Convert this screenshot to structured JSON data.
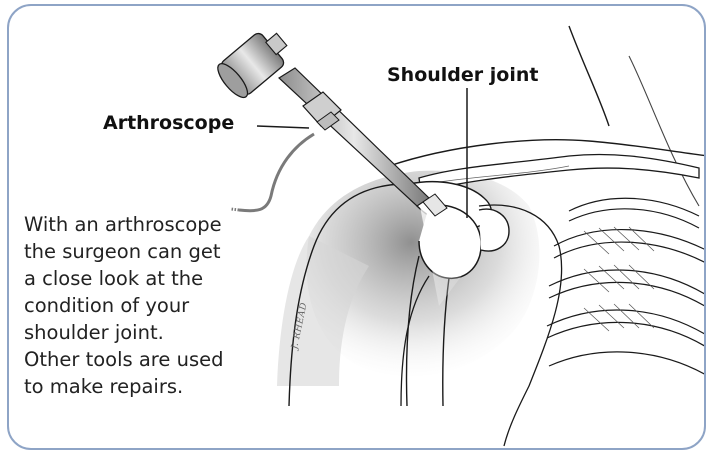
{
  "labels": {
    "arthroscope": "Arthroscope",
    "shoulder_joint": "Shoulder joint"
  },
  "caption": {
    "lines": [
      "With an arthroscope",
      "the surgeon can get",
      "a close look at the",
      "condition of your",
      "shoulder joint.",
      "Other tools are used",
      "to make repairs."
    ]
  },
  "signature": "J. RHEAD",
  "colors": {
    "border": "#8ea4c6",
    "line_art": "#1a1a1a",
    "shading": "#9a9a9a"
  }
}
